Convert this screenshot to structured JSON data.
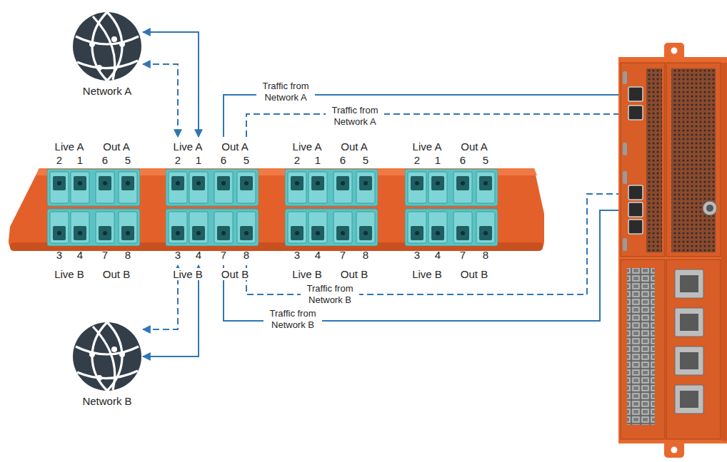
{
  "diagram": {
    "nodes": [
      {
        "text": [
          "Network A"
        ]
      },
      {
        "text": [
          "Live A",
          "Out A",
          "2",
          "1",
          "6",
          "5",
          "3",
          "4",
          "7",
          "8",
          "Live B",
          "Out B"
        ]
      },
      {
        "text": [
          "Live A",
          "Out A",
          "2",
          "1",
          "6",
          "5",
          "3",
          "4",
          "7",
          "8",
          "Live B",
          "Out B"
        ]
      },
      {
        "text": [
          "Live A",
          "Out A",
          "2",
          "1",
          "6",
          "5",
          "3",
          "4",
          "7",
          "8",
          "Live B",
          "Out B"
        ]
      },
      {
        "text": [
          "Live A",
          "Out A",
          "2",
          "1",
          "6",
          "5",
          "3",
          "4",
          "7",
          "8",
          "Live B",
          "Out B"
        ]
      },
      {
        "text": [
          "Network B"
        ]
      }
    ],
    "edges": [
      {
        "from": 0,
        "to": 2,
        "arrow": "both"
      },
      {
        "from": 0,
        "to": 2,
        "arrow": "both"
      },
      {
        "from": 5,
        "to": 2,
        "arrow": "both"
      },
      {
        "from": 5,
        "to": 2,
        "arrow": "both"
      }
    ],
    "labels": [
      "Traffic from Network A",
      "Traffic from Network A",
      "Traffic from Network B",
      "Traffic from Network B"
    ]
  }
}
